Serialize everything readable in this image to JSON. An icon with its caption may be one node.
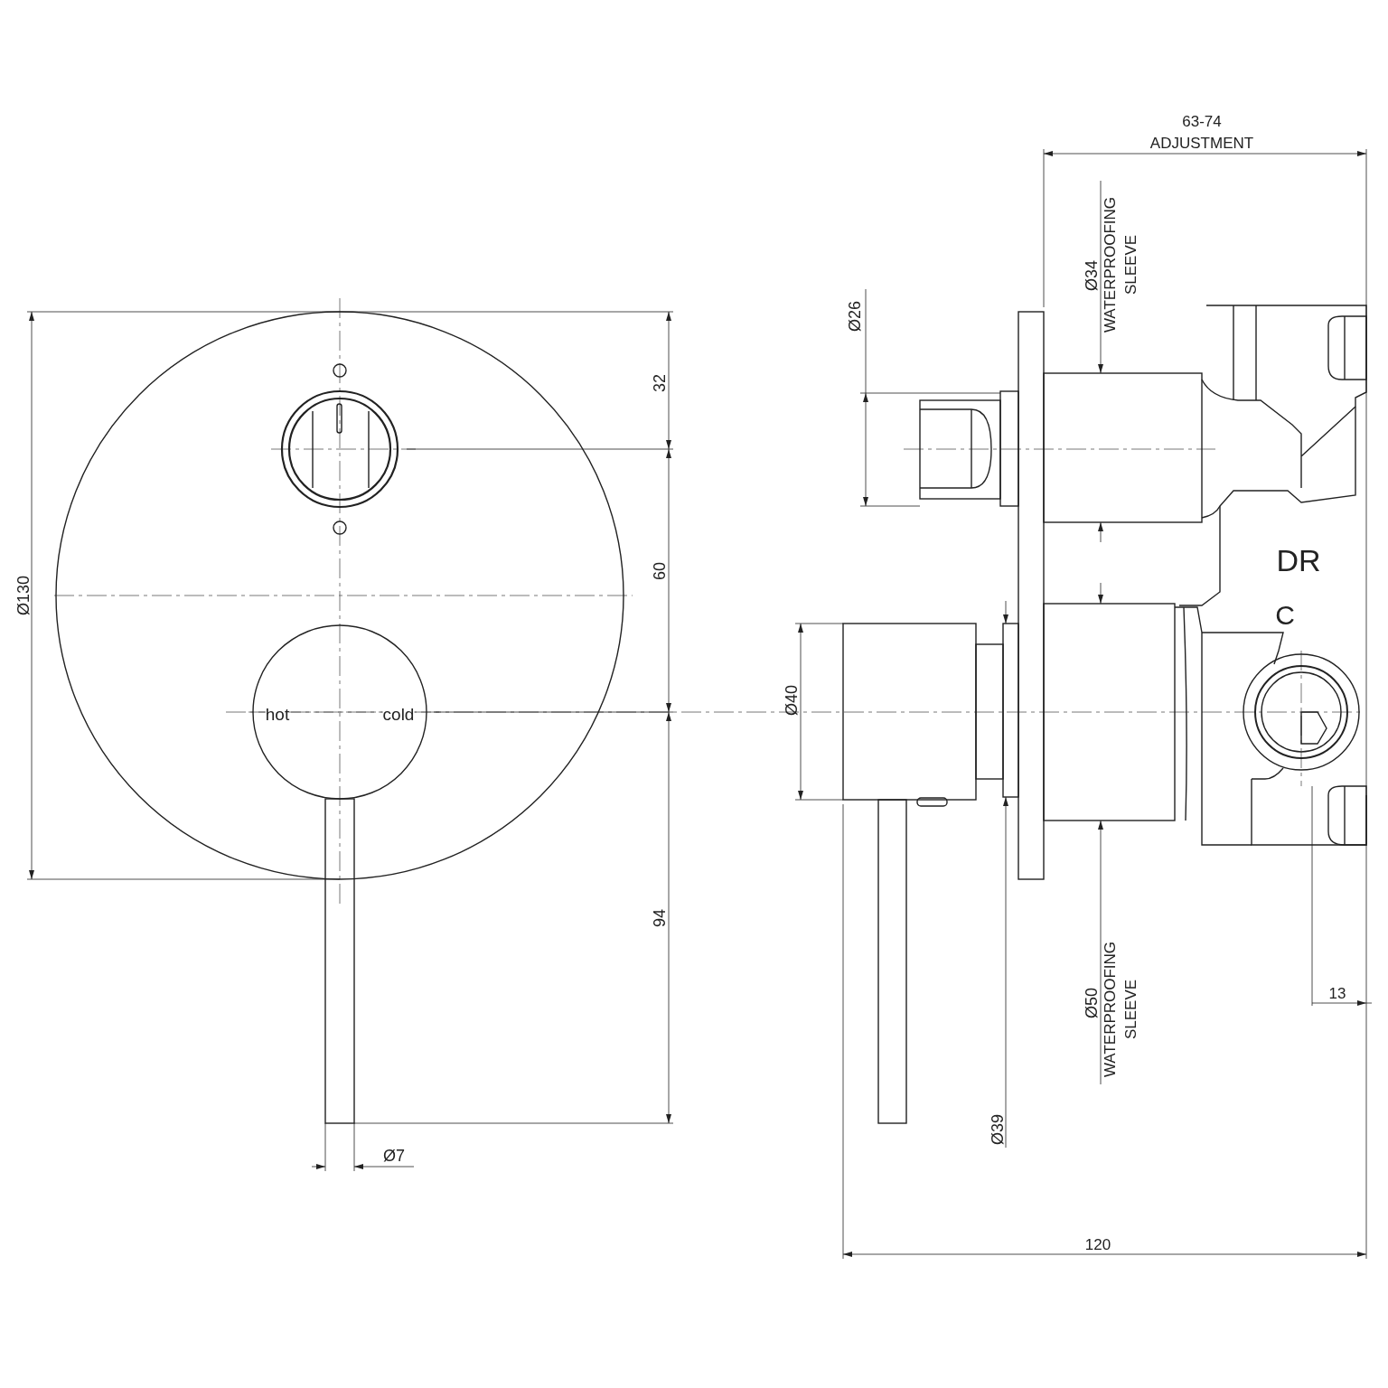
{
  "diagram": {
    "labels": [
      "63-74",
      "ADJUSTMENT",
      "Ø34",
      "WATERPROOFING",
      "SLEEVE",
      "Ø26",
      "32",
      "Ø130",
      "60",
      "DR",
      "C",
      "hot",
      "cold",
      "Ø40",
      "94",
      "13",
      "Ø50",
      "WATERPROOFING",
      "SLEEVE",
      "Ø39",
      "Ø7",
      "120"
    ]
  }
}
